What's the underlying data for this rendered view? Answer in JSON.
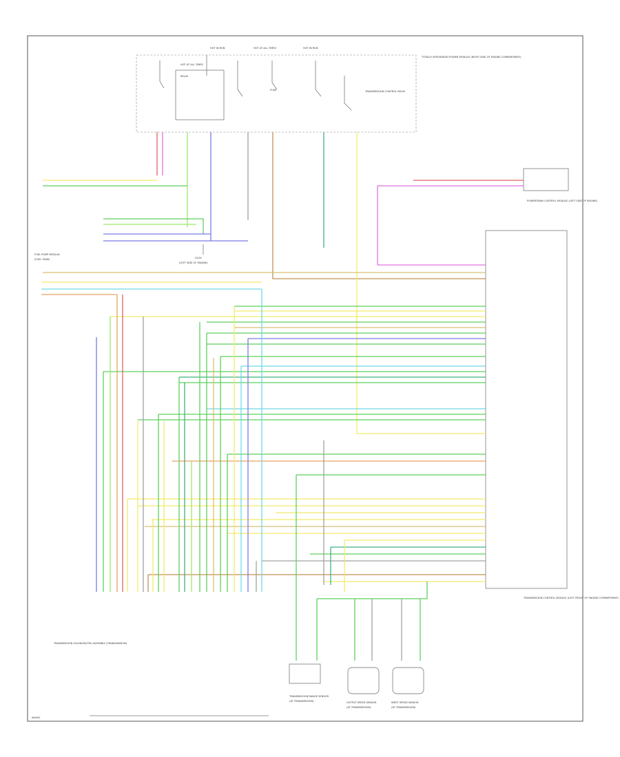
{
  "page": {
    "footer_code": "W0091"
  },
  "colors": {
    "pink": "#e070e0",
    "orange": "#e8a060",
    "yellow": "#f2ea6a",
    "green": "#5ccf5c",
    "blue": "#7a7ae8",
    "cyan": "#6fd8e8",
    "lightgreen": "#9ee86a",
    "brown": "#c09050",
    "tan": "#d8c070",
    "dkgreen": "#3fb07f",
    "gray": "#a0a0a0",
    "red": "#e06060"
  },
  "components": {
    "pdc": {
      "labels": [
        "HOT AT ALL TIMES",
        "HOT IN RUN",
        "HOT AT ALL TIMES",
        "HOT IN RUN"
      ],
      "relay": "RELAY",
      "note": "TOTALLY INTEGRATED POWER MODULE (RIGHT SIDE OF ENGINE COMPARTMENT)",
      "fuse": "FUSE",
      "trans_relay": "TRANSMISSION CONTROL RELAY"
    },
    "pcm": {
      "name": "POWERTRAIN CONTROL MODULE (LEFT SIDE OF ENGINE)"
    },
    "tcm": {
      "name": "TRANSMISSION CONTROL MODULE (LEFT FRONT OF ENGINE COMPARTMENT)"
    },
    "ground": {
      "name": "G105",
      "location": "(LEFT SIDE OF ENGINE)"
    },
    "fuel_pump": {
      "name": "FUEL PUMP MODULE",
      "location": "(FUEL TANK)"
    },
    "trans_harness": {
      "name": "TRANSMISSION SOLENOID/TRS ASSEMBLY (TRANSMISSION)"
    },
    "sensors": [
      {
        "name": "TRANSMISSION RANGE SENSOR",
        "location": "(AT TRANSMISSION)"
      },
      {
        "name": "OUTPUT SPEED SENSOR",
        "location": "(AT TRANSMISSION)"
      },
      {
        "name": "INPUT SPEED SENSOR",
        "location": "(AT TRANSMISSION)"
      }
    ]
  }
}
